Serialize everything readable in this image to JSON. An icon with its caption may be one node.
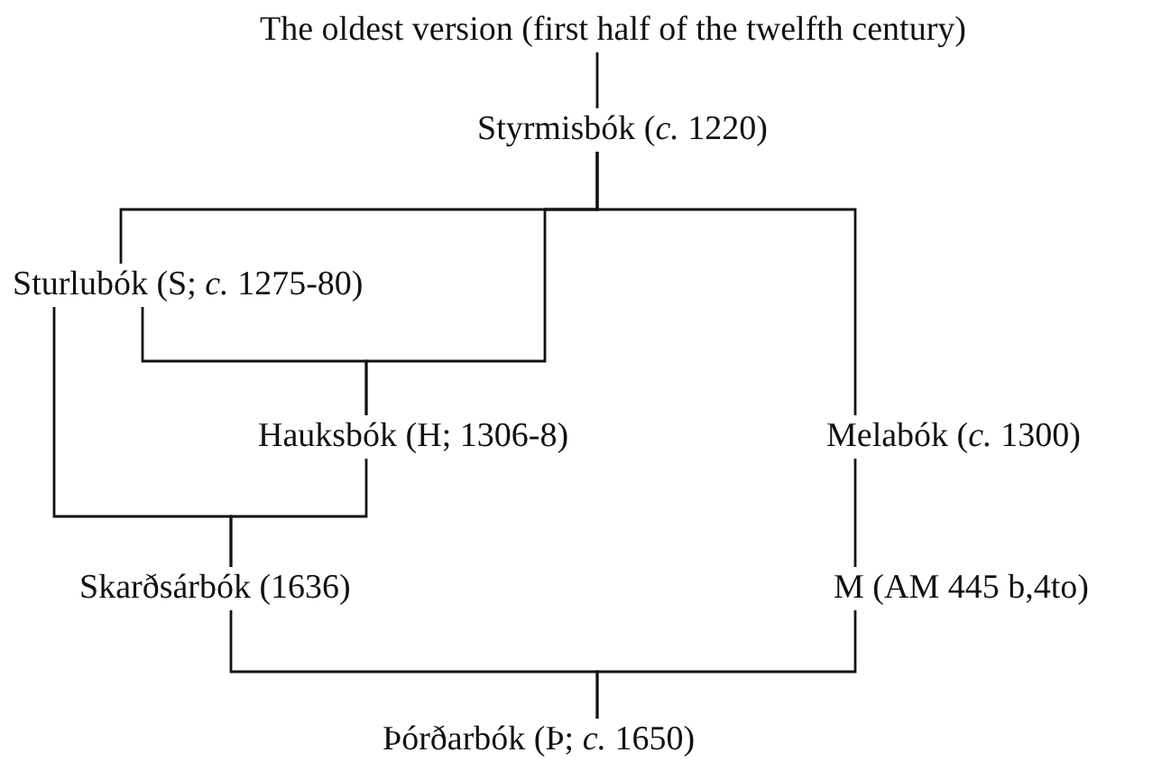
{
  "diagram": {
    "nodes": [
      {
        "text": [
          "The oldest version (first half of the twelfth century)"
        ]
      },
      {
        "text": [
          "Styrmisbók (*c.* 1220)"
        ]
      },
      {
        "text": [
          "Sturlubók (S; *c.* 1275-80)"
        ]
      },
      {
        "text": [
          "Hauksbók (H; 1306-8)"
        ]
      },
      {
        "text": [
          "Melabók (*c.* 1300)"
        ]
      },
      {
        "text": [
          "Skarðsárbók (1636)"
        ]
      },
      {
        "text": [
          "M (AM 445 b,4to)"
        ]
      },
      {
        "text": [
          "Þórðarbók (Þ; *c.* 1650)"
        ]
      }
    ],
    "edges": [
      {
        "from": 0,
        "to": 1,
        "arrow": "none"
      },
      {
        "from": 1,
        "to": 2,
        "arrow": "none"
      },
      {
        "from": 1,
        "to": 3,
        "arrow": "none"
      },
      {
        "from": 2,
        "to": 3,
        "arrow": "none"
      },
      {
        "from": 1,
        "to": 4,
        "arrow": "none"
      },
      {
        "from": 2,
        "to": 5,
        "arrow": "none"
      },
      {
        "from": 3,
        "to": 5,
        "arrow": "none"
      },
      {
        "from": 4,
        "to": 6,
        "arrow": "none"
      },
      {
        "from": 5,
        "to": 7,
        "arrow": "none"
      },
      {
        "from": 6,
        "to": 7,
        "arrow": "none"
      }
    ]
  }
}
